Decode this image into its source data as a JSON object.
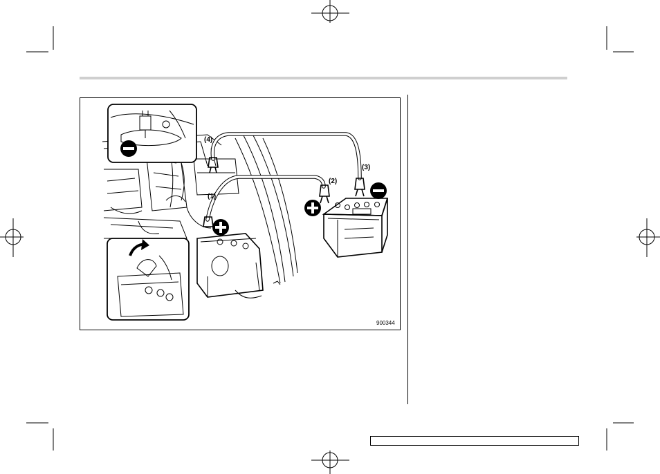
{
  "figure": {
    "code": "900344",
    "callouts": [
      "(1)",
      "(2)",
      "(3)",
      "(4)"
    ],
    "symbols": {
      "positive": "plus-terminal-icon",
      "negative": "minus-terminal-icon"
    }
  },
  "footer": {
    "text": ""
  }
}
